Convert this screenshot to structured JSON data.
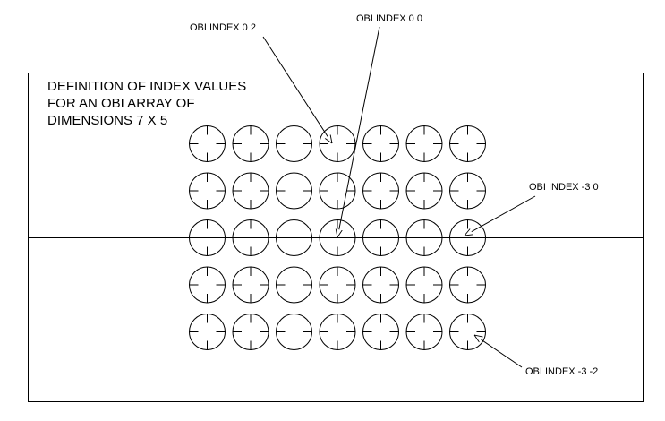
{
  "title": {
    "lines": [
      "DEFINITION OF INDEX VALUES",
      "FOR AN OBI ARRAY OF",
      "DIMENSIONS 7 X 5"
    ]
  },
  "array": {
    "columns": 7,
    "rows": 5,
    "element_shape": "circle-with-crosshair"
  },
  "callouts": [
    {
      "id": "obi-0-2",
      "label": "OBI INDEX  0 2",
      "col": 3,
      "row": 0
    },
    {
      "id": "obi-0-0",
      "label": "OBI INDEX 0 0",
      "col": 3,
      "row": 2
    },
    {
      "id": "obi-n3-0",
      "label": "OBI INDEX -3 0",
      "col": 6,
      "row": 2
    },
    {
      "id": "obi-n3-n2",
      "label": "OBI INDEX  -3 -2",
      "col": 6,
      "row": 4
    }
  ],
  "colors": {
    "background": "#ffffff",
    "line": "#000000"
  }
}
